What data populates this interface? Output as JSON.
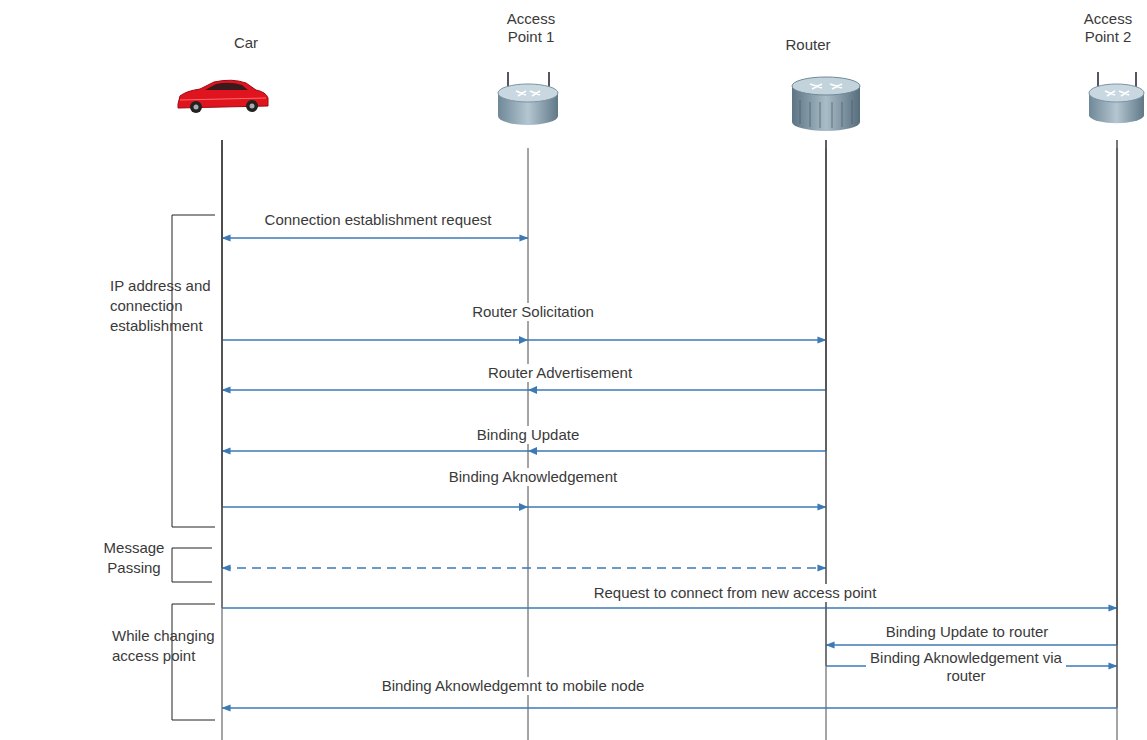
{
  "diagram": {
    "nodes": [
      {
        "text": [
          "Car"
        ]
      },
      {
        "text": [
          "Access Point 1"
        ]
      },
      {
        "text": [
          "Router"
        ]
      },
      {
        "text": [
          "Access Point 2"
        ]
      }
    ],
    "edges": [
      {
        "from": 0,
        "to": 1,
        "label": "Connection establishment request",
        "arrow": "both"
      },
      {
        "from": 0,
        "to": 2,
        "label": "Router Solicitation",
        "arrow": "to"
      },
      {
        "from": 2,
        "to": 0,
        "label": "Router Advertisement",
        "arrow": "to"
      },
      {
        "from": 2,
        "to": 0,
        "label": "Binding Update",
        "arrow": "to"
      },
      {
        "from": 0,
        "to": 2,
        "label": "Binding Aknowledgement",
        "arrow": "to"
      },
      {
        "from": 0,
        "to": 2,
        "arrow": "both"
      },
      {
        "from": 0,
        "to": 3,
        "label": "Request to connect from new access point",
        "arrow": "to"
      },
      {
        "from": 3,
        "to": 2,
        "label": "Binding Update to router",
        "arrow": "to"
      },
      {
        "from": 2,
        "to": 3,
        "label": "Binding Aknowledgement via router",
        "arrow": "to"
      },
      {
        "from": 3,
        "to": 0,
        "label": "Binding Aknowledgemnt to mobile node",
        "arrow": "to"
      }
    ],
    "labels": [
      "IP address and connection establishment",
      "Message Passing",
      "While changing access point"
    ]
  }
}
